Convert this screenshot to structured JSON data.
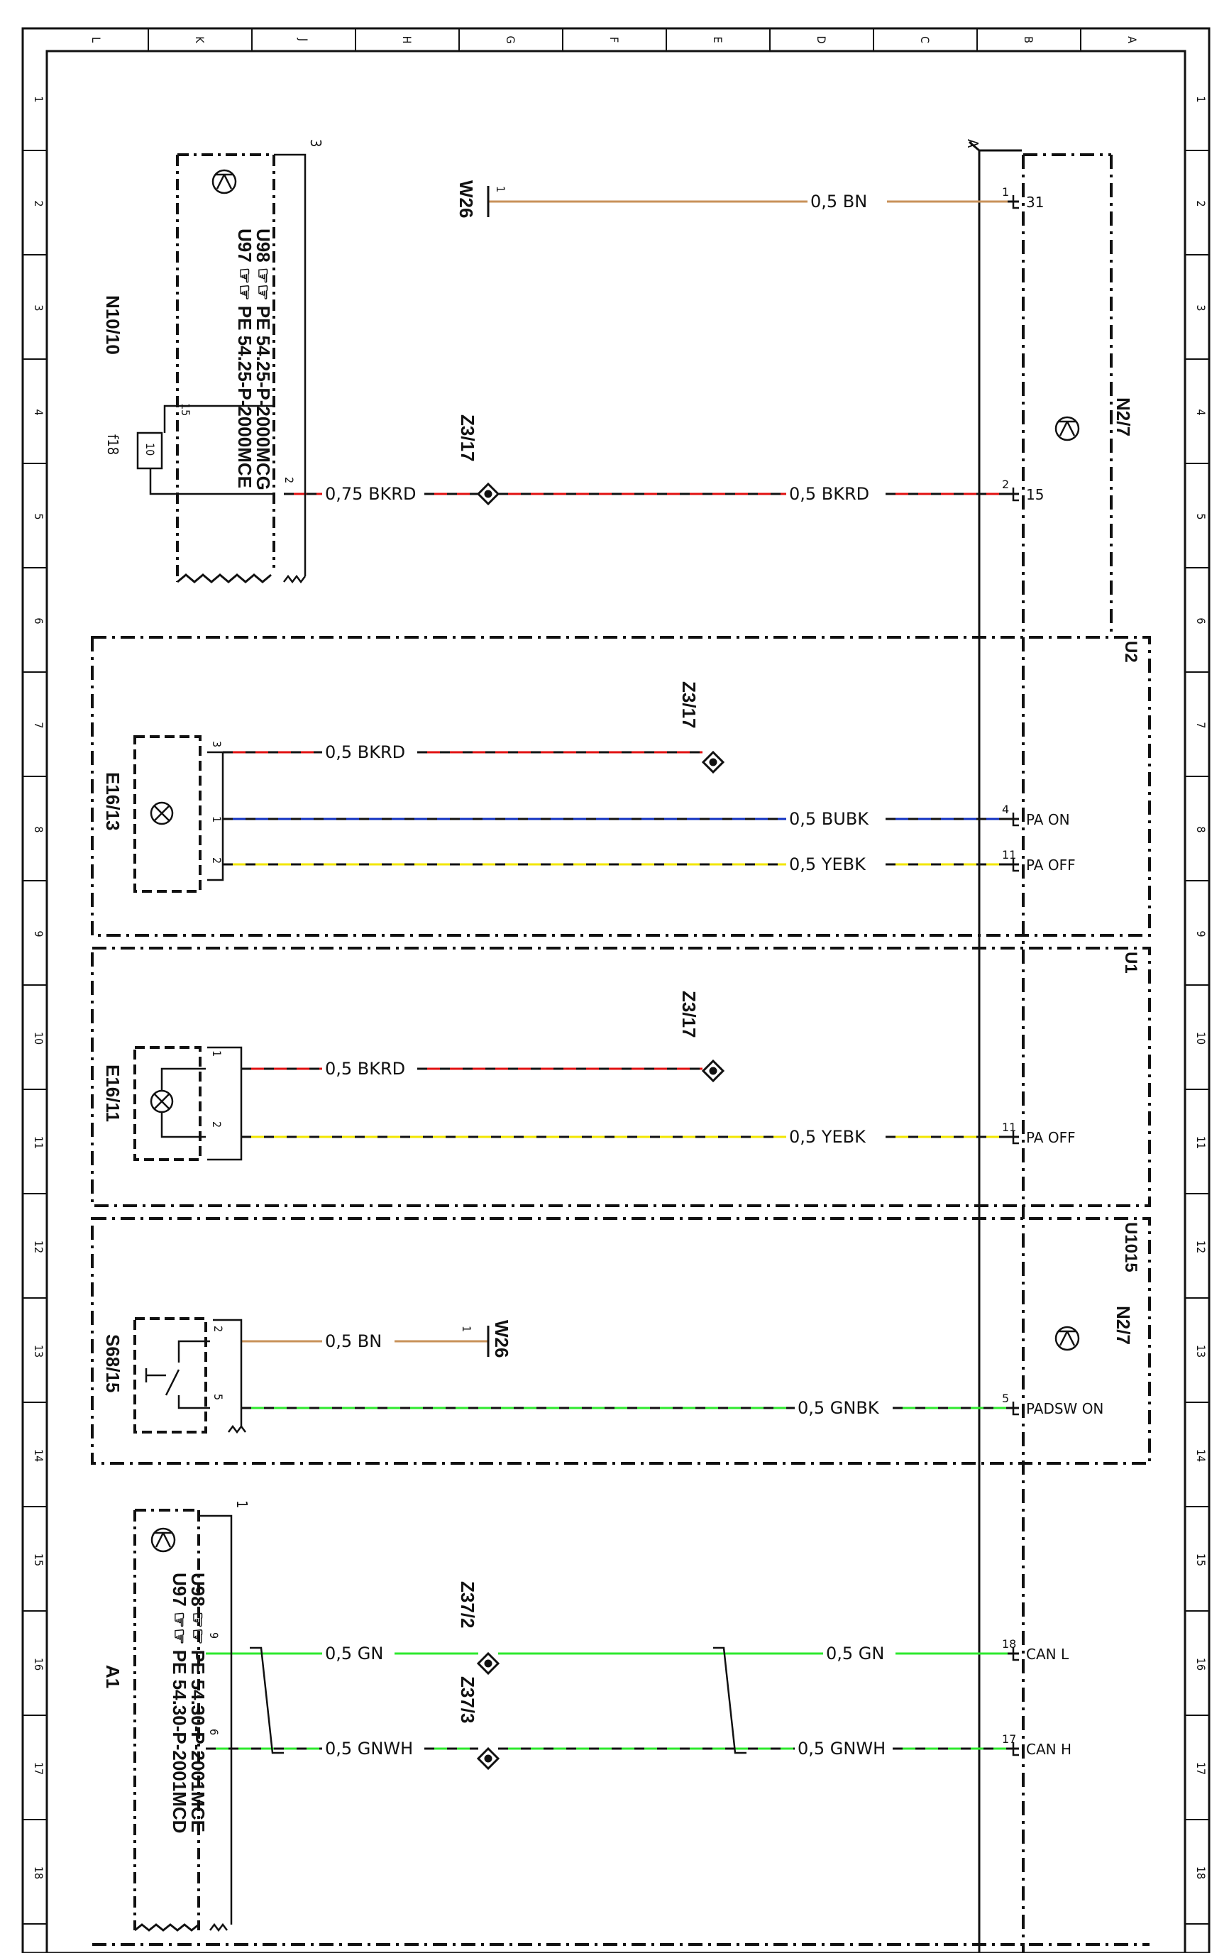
{
  "border": {
    "columns": [
      "L",
      "K",
      "J",
      "H",
      "G",
      "F",
      "E",
      "D",
      "C",
      "B",
      "A"
    ],
    "rows": [
      "1",
      "2",
      "3",
      "4",
      "5",
      "6",
      "7",
      "8",
      "9",
      "10",
      "11",
      "12",
      "13",
      "14",
      "15",
      "16",
      "17",
      "18"
    ]
  },
  "components": {
    "n10_10": {
      "id": "N10/10",
      "code_line1": "U97 ☞☞ PE 54.25-P-2000MCE",
      "code_line2": "U98 ☞☞ PE 54.25-P-2000MCG",
      "fuse_label": "f18",
      "fuse_value": "10",
      "pin_fuse": "15",
      "pin_out": "2",
      "bus_label": "3"
    },
    "w26_top": {
      "id": "W26",
      "pin": "1"
    },
    "z3_17_top": {
      "id": "Z3/17"
    },
    "n2_7": {
      "id": "N2/7",
      "bus_label": "A"
    },
    "u2": {
      "id": "U2"
    },
    "u1": {
      "id": "U1"
    },
    "u1015": {
      "id": "U1015"
    },
    "n2_7_lower": {
      "id": "N2/7"
    },
    "e16_13": {
      "id": "E16/13",
      "pins": [
        "3",
        "1",
        "2"
      ]
    },
    "e16_11": {
      "id": "E16/11",
      "pins": [
        "1",
        "2"
      ]
    },
    "z3_17_u2": {
      "id": "Z3/17"
    },
    "z3_17_u1": {
      "id": "Z3/17"
    },
    "s68_15": {
      "id": "S68/15",
      "pins": [
        "2",
        "5"
      ]
    },
    "w26_mid": {
      "id": "W26",
      "pin": "1"
    },
    "a1": {
      "id": "A1",
      "code_line1": "U97 ☞☞ PE 54.30-P-2001MCD",
      "code_line2": "U98 ☞☞ PE 54.30-P-2001MCE",
      "pins": [
        "9",
        "6"
      ],
      "bus_label": "1"
    },
    "z37_2": {
      "id": "Z37/2"
    },
    "z37_3": {
      "id": "Z37/3"
    }
  },
  "n2_7_pins": [
    {
      "pin": "1",
      "signal": "31"
    },
    {
      "pin": "2",
      "signal": "15"
    },
    {
      "pin": "4",
      "signal": "PA ON"
    },
    {
      "pin": "11",
      "signal": "PA OFF"
    },
    {
      "pin": "11",
      "signal": "PA OFF"
    },
    {
      "pin": "5",
      "signal": "PADSW ON"
    },
    {
      "pin": "18",
      "signal": "CAN L"
    },
    {
      "pin": "17",
      "signal": "CAN H"
    }
  ],
  "wires": [
    {
      "label": "0,5 BN"
    },
    {
      "label": "0,75 BKRD"
    },
    {
      "label": "0,5 BKRD"
    },
    {
      "label": "0,5 BKRD"
    },
    {
      "label": "0,5 BUBK"
    },
    {
      "label": "0,5 YEBK"
    },
    {
      "label": "0,5 BKRD"
    },
    {
      "label": "0,5 YEBK"
    },
    {
      "label": "0,5 BN"
    },
    {
      "label": "0,5 GNBK"
    },
    {
      "label": "0,5 GN"
    },
    {
      "label": "0,5 GN"
    },
    {
      "label": "0,5 GNWH"
    },
    {
      "label": "0,5 GNWH"
    }
  ],
  "colors": {
    "line": "#111111",
    "brown": "#c8925a",
    "red": "#e01010",
    "blue": "#1030c0",
    "yellow": "#f2e600",
    "green": "#2ee82e"
  }
}
